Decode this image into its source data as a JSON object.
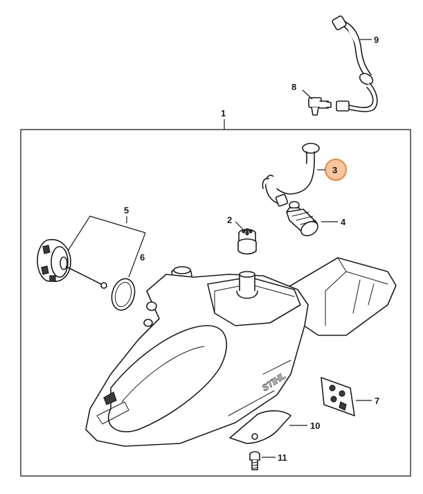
{
  "labels": {
    "p1": "1",
    "p2": "2",
    "p3": "3",
    "p4": "4",
    "p5": "5",
    "p6": "6",
    "p7": "7",
    "p8": "8",
    "p9": "9",
    "p10": "10",
    "p11": "11"
  },
  "brand_text": "STIHL",
  "highlight": {
    "part": "3",
    "fill": "#f7c59f",
    "stroke": "#e8873a"
  },
  "colors": {
    "line": "#1a1a1a",
    "background": "#ffffff"
  }
}
